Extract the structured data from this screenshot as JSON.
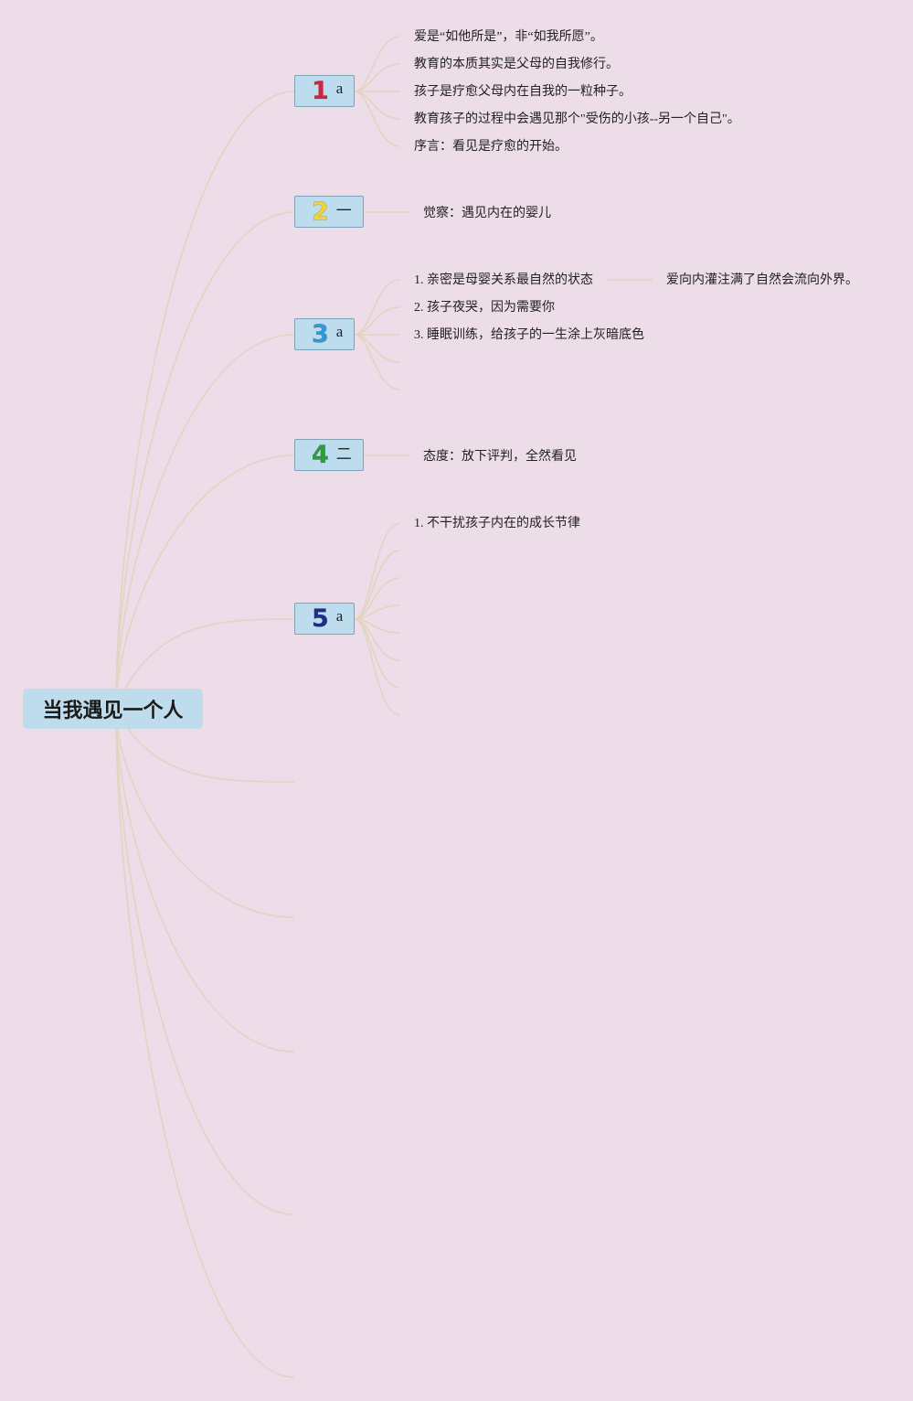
{
  "root": {
    "label": "当我遇见一个人"
  },
  "branches": [
    {
      "num": "1",
      "num_color": "#d8213c",
      "label": "a",
      "children": [
        "爱是“如他所是”，非“如我所愿”。",
        "教育的本质其实是父母的自我修行。",
        "孩子是疗愈父母内在自我的一粒种子。",
        "教育孩子的过程中会遇见那个\"受伤的小孩--另一个自己\"。",
        "序言：看见是疗愈的开始。"
      ]
    },
    {
      "num": "2",
      "num_color": "#f0d43a",
      "label": "一",
      "children": [
        "觉察：遇见内在的婴儿"
      ]
    },
    {
      "num": "3",
      "num_color": "#2f9ad8",
      "label": "a",
      "children": [
        "1. 亲密是母婴关系最自然的状态",
        "2. 孩子夜哭，因为需要你",
        "3. 睡眠训练，给孩子的一生涂上灰暗底色"
      ],
      "subchild": "爱向内灌注满了自然会流向外界。"
    },
    {
      "num": "4",
      "num_color": "#2aa03a",
      "label": "二",
      "children": [
        "态度：放下评判，全然看见"
      ]
    },
    {
      "num": "5",
      "num_color": "#1f2f86",
      "label": "a",
      "children": [
        "1. 不干扰孩子内在的成长节律"
      ]
    }
  ]
}
